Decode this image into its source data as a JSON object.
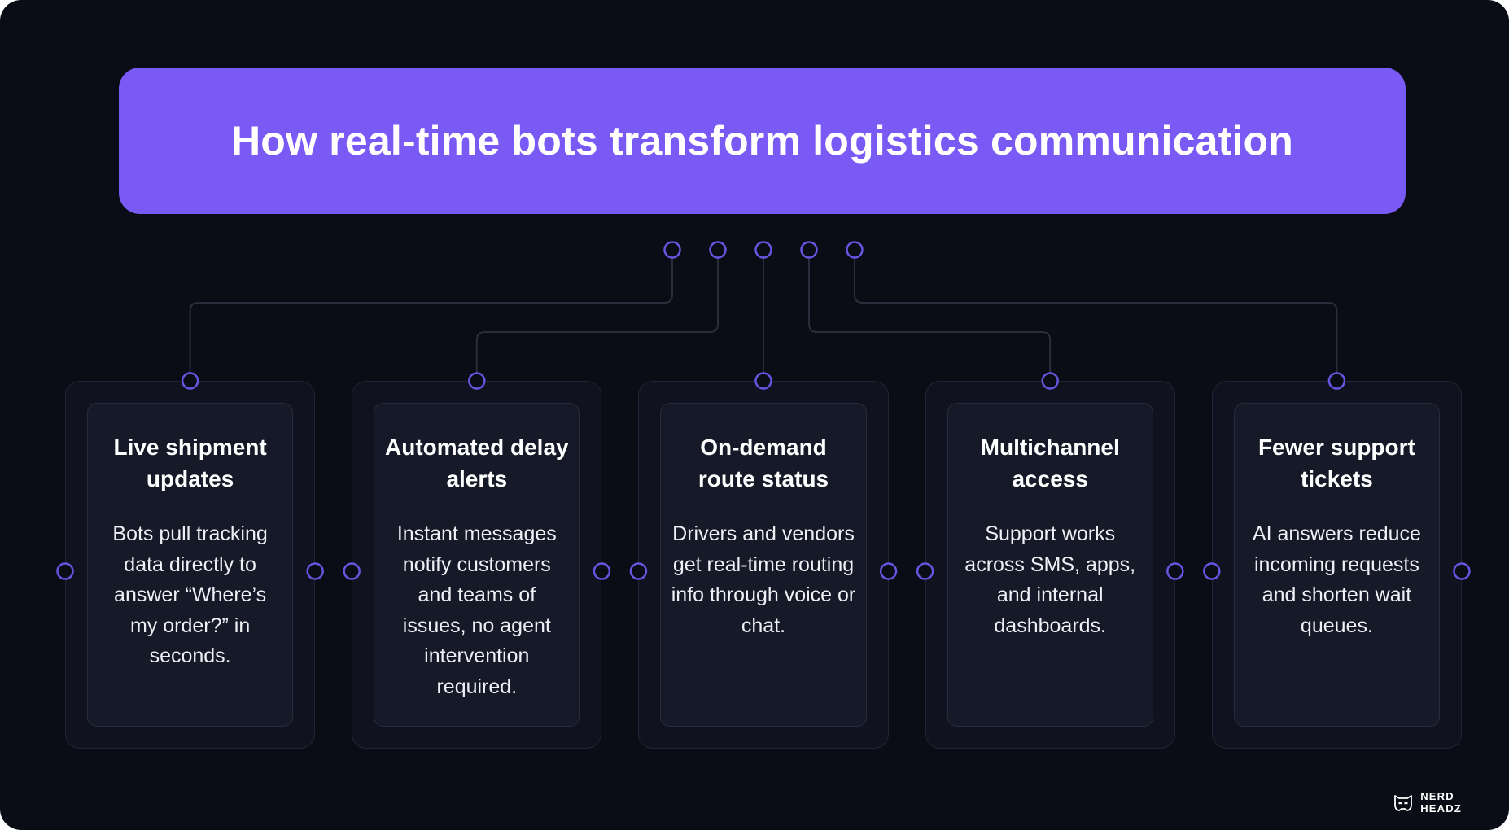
{
  "header": {
    "title": "How real-time bots transform logistics communication"
  },
  "cards": [
    {
      "title": "Live shipment updates",
      "body": "Bots pull tracking data directly to answer “Where’s my order?” in seconds."
    },
    {
      "title": "Automated delay alerts",
      "body": "Instant messages notify customers and teams of issues, no agent intervention required."
    },
    {
      "title": "On-demand route status",
      "body": "Drivers and vendors get real-time routing info through voice or chat."
    },
    {
      "title": "Multichannel access",
      "body": "Support works across SMS, apps, and internal dashboards."
    },
    {
      "title": "Fewer support tickets",
      "body": "AI answers reduce incoming requests and shorten wait queues."
    }
  ],
  "footer": {
    "brand_line1": "NERD",
    "brand_line2": "HEADZ"
  },
  "colors": {
    "bg": "#0b0d16",
    "accent": "#7a5af5",
    "node_stroke": "#6456e0",
    "line": "#2a2e3c",
    "card_fill": "#10131f",
    "card_border": "#202435",
    "inner_fill": "#161927",
    "inner_border": "#272b3d",
    "title_color": "#ffffff",
    "body_color": "#eef0f6"
  }
}
